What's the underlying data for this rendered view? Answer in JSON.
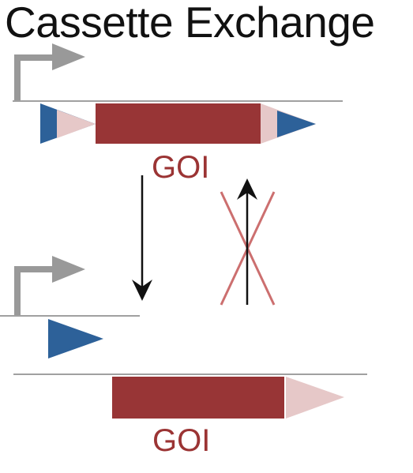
{
  "title": "Cassette Exchange",
  "labels": {
    "goi_top": "GOI",
    "goi_bottom": "GOI"
  },
  "colors": {
    "gene": "#983536",
    "site_blue": "#2d6199",
    "site_pink": "#e6c8c8",
    "promoter": "#999999",
    "dna_line": "#a0a0a0",
    "arrow": "#111111",
    "cross": "#cc6f6f"
  },
  "icons": {
    "promoter": "promoter-arrow-icon",
    "forward": "down-arrow-icon",
    "reverse": "up-arrow-icon",
    "blocked": "cross-icon"
  }
}
